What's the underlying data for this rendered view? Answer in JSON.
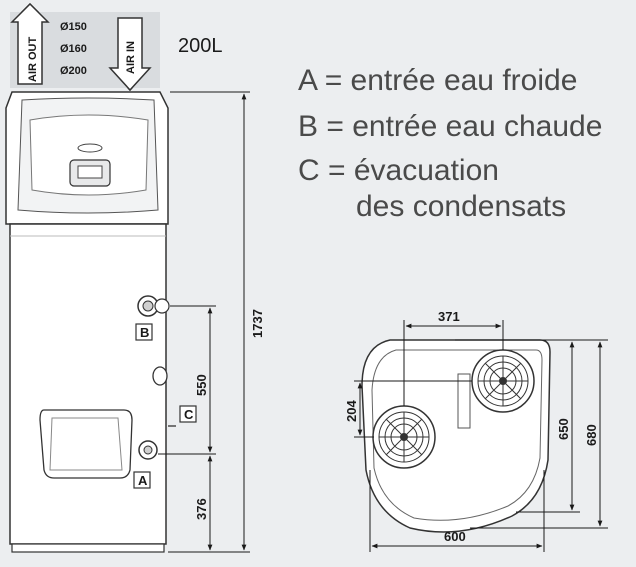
{
  "capacity": "200L",
  "ducts": {
    "air_out": "AIR OUT",
    "air_in": "AIR IN",
    "diameters": [
      "Ø150",
      "Ø160",
      "Ø200"
    ]
  },
  "legend": {
    "a": "A = entrée eau froide",
    "b": "B = entrée eau chaude",
    "c1": "C = évacuation",
    "c2": "des condensats"
  },
  "connection_labels": {
    "a": "A",
    "b": "B",
    "c": "C"
  },
  "front_view": {
    "height_total": "1737",
    "height_b_to_a": "550",
    "height_a": "376"
  },
  "top_view": {
    "dim_top": "371",
    "dim_left": "204",
    "dim_inner_right": "650",
    "dim_outer_right": "680",
    "dim_bottom": "600"
  }
}
